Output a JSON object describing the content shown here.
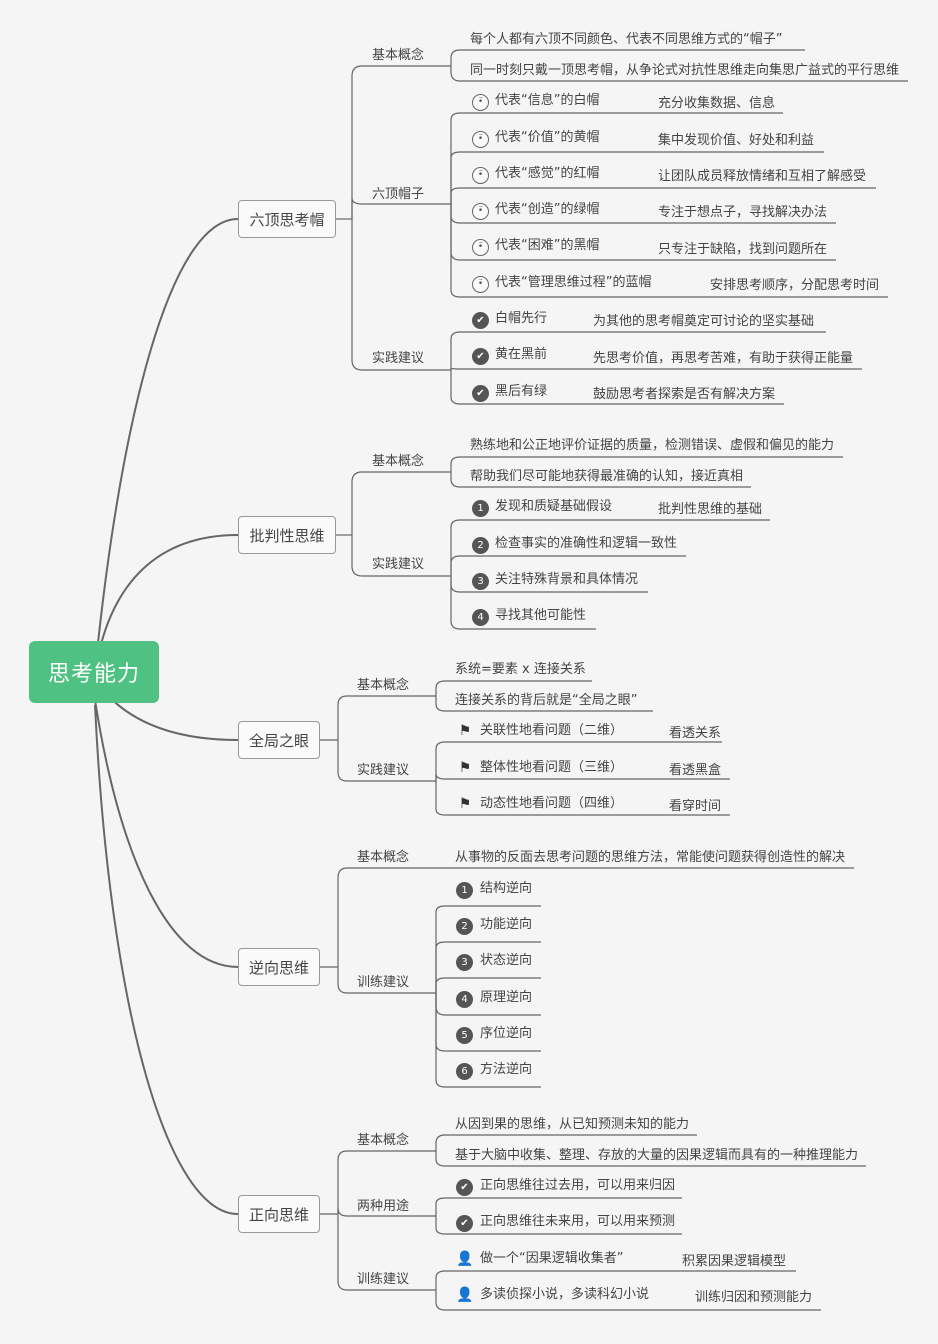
{
  "root": "思考能力",
  "b1": {
    "title": "六顶思考帽",
    "concept": "基本概念",
    "concept_items": [
      "每个人都有六顶不同颜色、代表不同思维方式的“帽子”",
      "同一时刻只戴一顶思考帽，从争论式对抗性思维走向集思广益式的平行思维"
    ],
    "hats": "六顶帽子",
    "hat_items": [
      {
        "label": "代表“信息”的白帽",
        "note": "充分收集数据、信息"
      },
      {
        "label": "代表“价值”的黄帽",
        "note": "集中发现价值、好处和利益"
      },
      {
        "label": "代表“感觉”的红帽",
        "note": "让团队成员释放情绪和互相了解感受"
      },
      {
        "label": "代表“创造”的绿帽",
        "note": "专注于想点子，寻找解决办法"
      },
      {
        "label": "代表“困难”的黑帽",
        "note": "只专注于缺陷，找到问题所在"
      },
      {
        "label": "代表“管理思维过程”的蓝帽",
        "note": "安排思考顺序，分配思考时间"
      }
    ],
    "practice": "实践建议",
    "practice_items": [
      {
        "label": "白帽先行",
        "note": "为其他的思考帽奠定可讨论的坚实基础"
      },
      {
        "label": "黄在黑前",
        "note": "先思考价值，再思考苦难，有助于获得正能量"
      },
      {
        "label": "黑后有绿",
        "note": "鼓励思考者探索是否有解决方案"
      }
    ]
  },
  "b2": {
    "title": "批判性思维",
    "concept": "基本概念",
    "concept_items": [
      "熟练地和公正地评价证据的质量，检测错误、虚假和偏见的能力",
      "帮助我们尽可能地获得最准确的认知，接近真相"
    ],
    "practice": "实践建议",
    "practice_items": [
      {
        "num": "1",
        "label": "发现和质疑基础假设",
        "note": "批判性思维的基础"
      },
      {
        "num": "2",
        "label": "检查事实的准确性和逻辑一致性"
      },
      {
        "num": "3",
        "label": "关注特殊背景和具体情况"
      },
      {
        "num": "4",
        "label": "寻找其他可能性"
      }
    ]
  },
  "b3": {
    "title": "全局之眼",
    "concept": "基本概念",
    "concept_items": [
      "系统=要素 x 连接关系",
      "连接关系的背后就是“全局之眼”"
    ],
    "practice": "实践建议",
    "practice_items": [
      {
        "label": "关联性地看问题（二维）",
        "note": "看透关系"
      },
      {
        "label": "整体性地看问题（三维）",
        "note": "看透黑盒"
      },
      {
        "label": "动态性地看问题（四维）",
        "note": "看穿时间"
      }
    ]
  },
  "b4": {
    "title": "逆向思维",
    "concept": "基本概念",
    "concept_text": "从事物的反面去思考问题的思维方法，常能使问题获得创造性的解决",
    "training": "训练建议",
    "training_items": [
      {
        "num": "1",
        "label": "结构逆向"
      },
      {
        "num": "2",
        "label": "功能逆向"
      },
      {
        "num": "3",
        "label": "状态逆向"
      },
      {
        "num": "4",
        "label": "原理逆向"
      },
      {
        "num": "5",
        "label": "序位逆向"
      },
      {
        "num": "6",
        "label": "方法逆向"
      }
    ]
  },
  "b5": {
    "title": "正向思维",
    "concept": "基本概念",
    "concept_items": [
      "从因到果的思维，从已知预测未知的能力",
      "基于大脑中收集、整理、存放的大量的因果逻辑而具有的一种推理能力"
    ],
    "uses": "两种用途",
    "use_items": [
      "正向思维往过去用，可以用来归因",
      "正向思维往未来用，可以用来预测"
    ],
    "training": "训练建议",
    "training_items": [
      {
        "label": "做一个“因果逻辑收集者”",
        "note": "积累因果逻辑模型"
      },
      {
        "label": "多读侦探小说，多读科幻小说",
        "note": "训练归因和预测能力"
      }
    ]
  }
}
